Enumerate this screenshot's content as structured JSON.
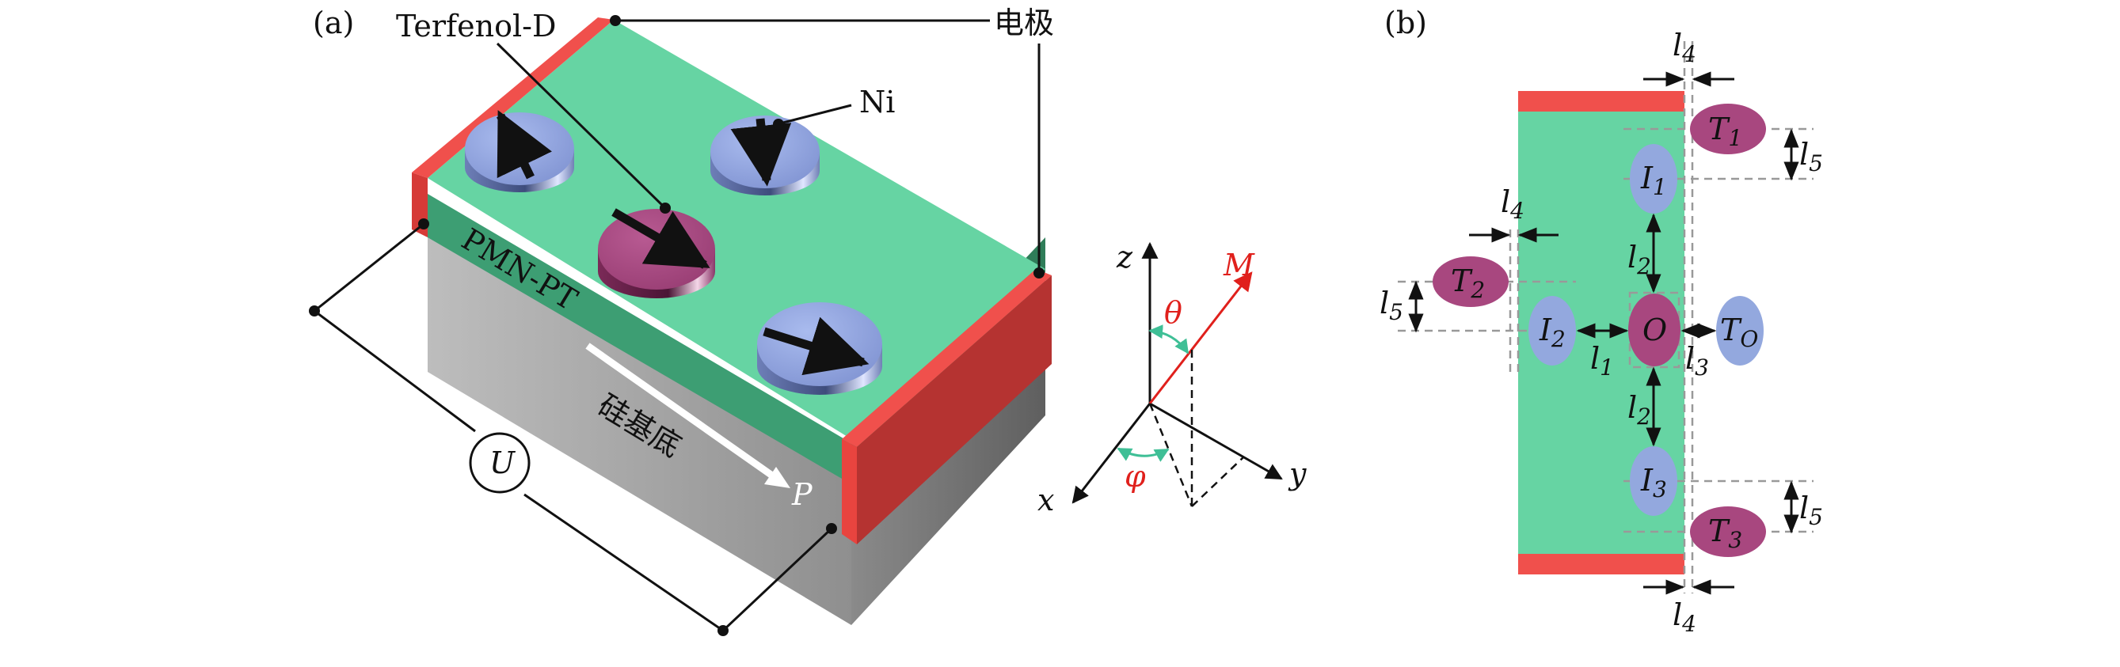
{
  "panel_a": {
    "tag": "(a)",
    "terfenol_label": "Terfenol-D",
    "ni_label": "Ni",
    "electrode_label": "电极",
    "pmnpt_label": "PMN-PT",
    "substrate_label": "硅基底",
    "polarization_label": "P",
    "voltage_label": "U",
    "axes": {
      "z": "z",
      "x": "x",
      "y": "y",
      "m": "M",
      "theta": "θ",
      "phi": "φ"
    }
  },
  "panel_b": {
    "tag": "(b)",
    "nodes": {
      "t1": "T",
      "t1_sub": "1",
      "t2": "T",
      "t2_sub": "2",
      "t3": "T",
      "t3_sub": "3",
      "to": "T",
      "to_sub": "O",
      "i1": "I",
      "i1_sub": "1",
      "i2": "I",
      "i2_sub": "2",
      "i3": "I",
      "i3_sub": "3",
      "o": "O"
    },
    "dims": {
      "l": "l",
      "l1": "1",
      "l2": "2",
      "l3": "3",
      "l4": "4",
      "l5": "5"
    }
  },
  "colors": {
    "green": "#66d4a3",
    "red": "#f0504c",
    "purple": "#a8477f",
    "blue": "#93a8de",
    "gray": "#8a8a8a"
  }
}
